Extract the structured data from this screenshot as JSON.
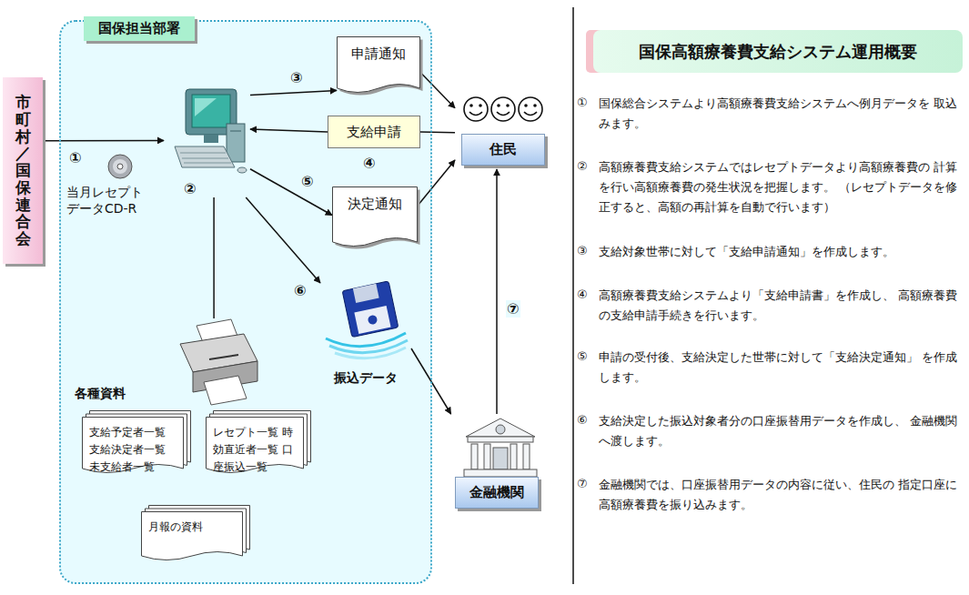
{
  "diagram": {
    "title": "国保高額療養費支給システム運用概要",
    "nodes": [
      {
        "text": [
          "市町村／国保連合会"
        ]
      },
      {
        "text": [
          "国保担当部署"
        ]
      },
      {
        "text": [
          "②"
        ],
        "in": 1
      },
      {
        "text": [
          "申請通知"
        ],
        "in": 1
      },
      {
        "text": [
          "支給申請"
        ],
        "in": 1
      },
      {
        "text": [
          "決定通知"
        ],
        "in": 1
      },
      {
        "text": [
          "振込データ"
        ],
        "in": 1
      },
      {
        "text": [
          "各種資料"
        ],
        "in": 1
      },
      {
        "text": [
          "支給予定者一覧 支給決定者一覧 未支給者一覧"
        ],
        "in": 1
      },
      {
        "text": [
          "レセプト一覧 時効直近者一覧 口座振込一覧"
        ],
        "in": 1
      },
      {
        "text": [
          "月報の資料"
        ],
        "in": 1
      },
      {
        "text": [
          "住民"
        ]
      },
      {
        "text": [
          "金融機関"
        ]
      }
    ],
    "edges": [
      {
        "from": 0,
        "to": 2,
        "arrow": "to"
      },
      {
        "from": 2,
        "to": 3,
        "arrow": "to"
      },
      {
        "from": 3,
        "to": 11,
        "arrow": "to"
      },
      {
        "from": 11,
        "to": 4,
        "arrow": "none"
      },
      {
        "from": 4,
        "to": 2,
        "arrow": "to"
      },
      {
        "from": 2,
        "to": 5,
        "arrow": "to"
      },
      {
        "from": 5,
        "to": 11,
        "arrow": "to"
      },
      {
        "from": 2,
        "to": 6,
        "arrow": "to"
      },
      {
        "from": 6,
        "to": 12,
        "arrow": "to"
      },
      {
        "from": 12,
        "to": 11,
        "arrow": "to"
      },
      {
        "from": 2,
        "to": 7,
        "arrow": "none"
      }
    ],
    "labels": [
      "①",
      "当月レセプト データCD-R",
      "③",
      "④",
      "⑤",
      "⑥",
      "⑦",
      "①",
      "国保総合システムより高額療養費支給システムへ例月データを 取込みます。",
      "②",
      "高額療養費支給システムではレセプトデータより高額療養費の 計算を行い高額療養費の発生状況を把握します。 （レセプトデータを修正すると、高額の再計算を自動で行います）",
      "③",
      "支給対象世帯に対して「支給申請通知」を作成します。",
      "④",
      "高額療養費支給システムより「支給申請書」を作成し、 高額療養費の支給申請手続きを行います。",
      "⑤",
      "申請の受付後、支給決定した世帯に対して「支給決定通知」 を作成します。",
      "⑥",
      "支給決定した振込対象者分の口座振替用データを作成し、 金融機関へ渡します。",
      "⑦",
      "金融機関では、口座振替用データの内容に従い、住民の 指定口座に高額療養費を振り込みます。"
    ]
  }
}
